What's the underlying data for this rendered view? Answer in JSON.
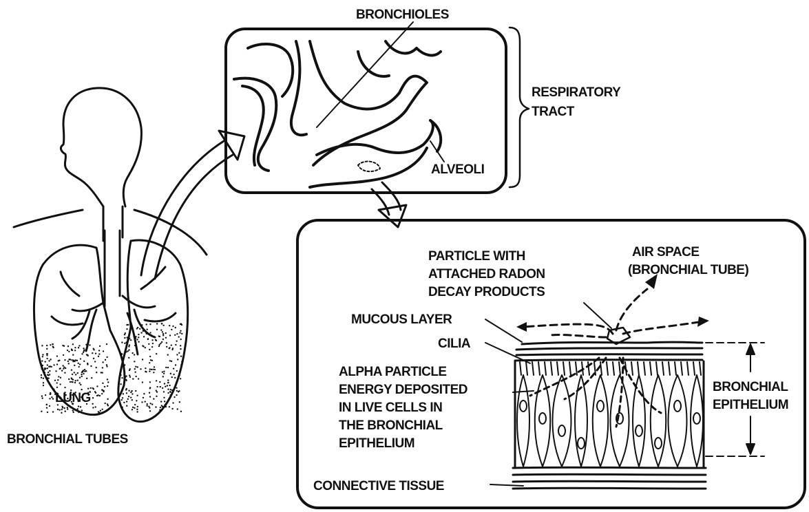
{
  "labels": {
    "bronchioles": "BRONCHIOLES",
    "respiratory_1": "RESPIRATORY",
    "respiratory_2": "TRACT",
    "alveoli": "ALVEOLI",
    "lung": "LUNG",
    "bronchial_tubes": "BRONCHIAL TUBES",
    "particle_1": "PARTICLE WITH",
    "particle_2": "ATTACHED RADON",
    "particle_3": "DECAY PRODUCTS",
    "air_1": "AIR SPACE",
    "air_2": "(BRONCHIAL TUBE)",
    "mucous": "MUCOUS LAYER",
    "cilia": "CILIA",
    "alpha_1": "ALPHA PARTICLE",
    "alpha_2": "ENERGY DEPOSITED",
    "alpha_3": "IN LIVE CELLS IN",
    "alpha_4": "THE BRONCHIAL",
    "alpha_5": "EPITHELIUM",
    "bronchial_ep_1": "BRONCHIAL",
    "bronchial_ep_2": "EPITHELIUM",
    "connective": "CONNECTIVE TISSUE"
  }
}
